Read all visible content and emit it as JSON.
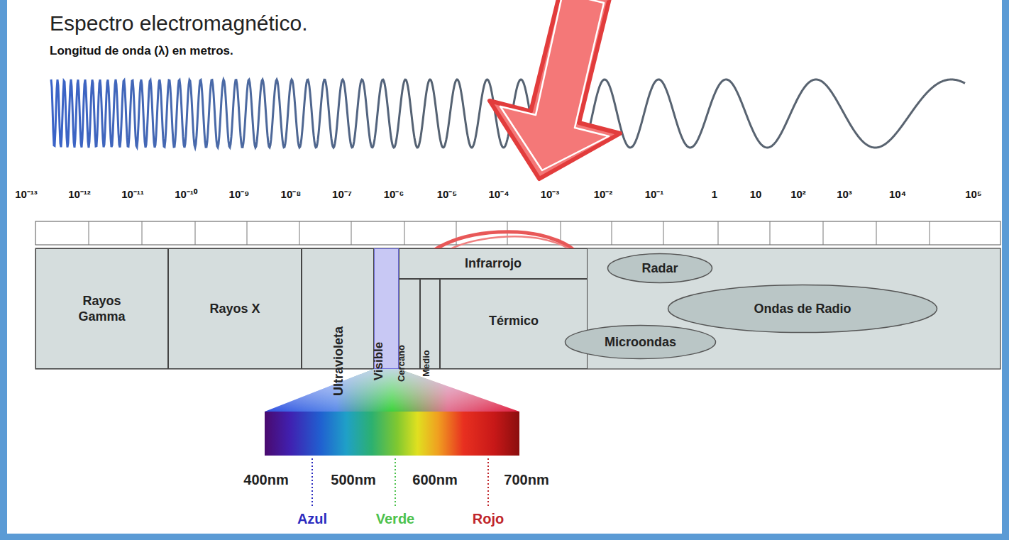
{
  "diagram": {
    "title": "Espectro electromagnético.",
    "nodes": [
      {
        "text": [
          "Rayos Gamma"
        ]
      },
      {
        "text": [
          "Rayos X"
        ]
      },
      {
        "text": [
          "Ultravioleta"
        ]
      },
      {
        "text": [
          "Visible"
        ]
      },
      {
        "text": [
          "Infrarrojo"
        ]
      },
      {
        "text": [
          "Cercano"
        ]
      },
      {
        "text": [
          "Medio"
        ]
      },
      {
        "text": [
          "Térmico"
        ]
      },
      {
        "text": [
          "Radar"
        ]
      },
      {
        "text": [
          "Ondas de Radio"
        ]
      },
      {
        "text": [
          "Microondas"
        ]
      }
    ],
    "labels": [
      "Longitud de onda (λ) en metros.",
      "10⁻¹³",
      "10⁻¹²",
      "10⁻¹¹",
      "10⁻¹⁰",
      "10⁻⁹",
      "10⁻⁸",
      "10⁻⁷",
      "10⁻⁶",
      "10⁻⁵",
      "10⁻⁴",
      "10⁻³",
      "10⁻²",
      "10⁻¹",
      "1",
      "10",
      "10²",
      "10³",
      "10⁴",
      "10⁵",
      "400nm",
      "500nm",
      "600nm",
      "700nm",
      "Azul",
      "Verde",
      "Rojo"
    ]
  }
}
